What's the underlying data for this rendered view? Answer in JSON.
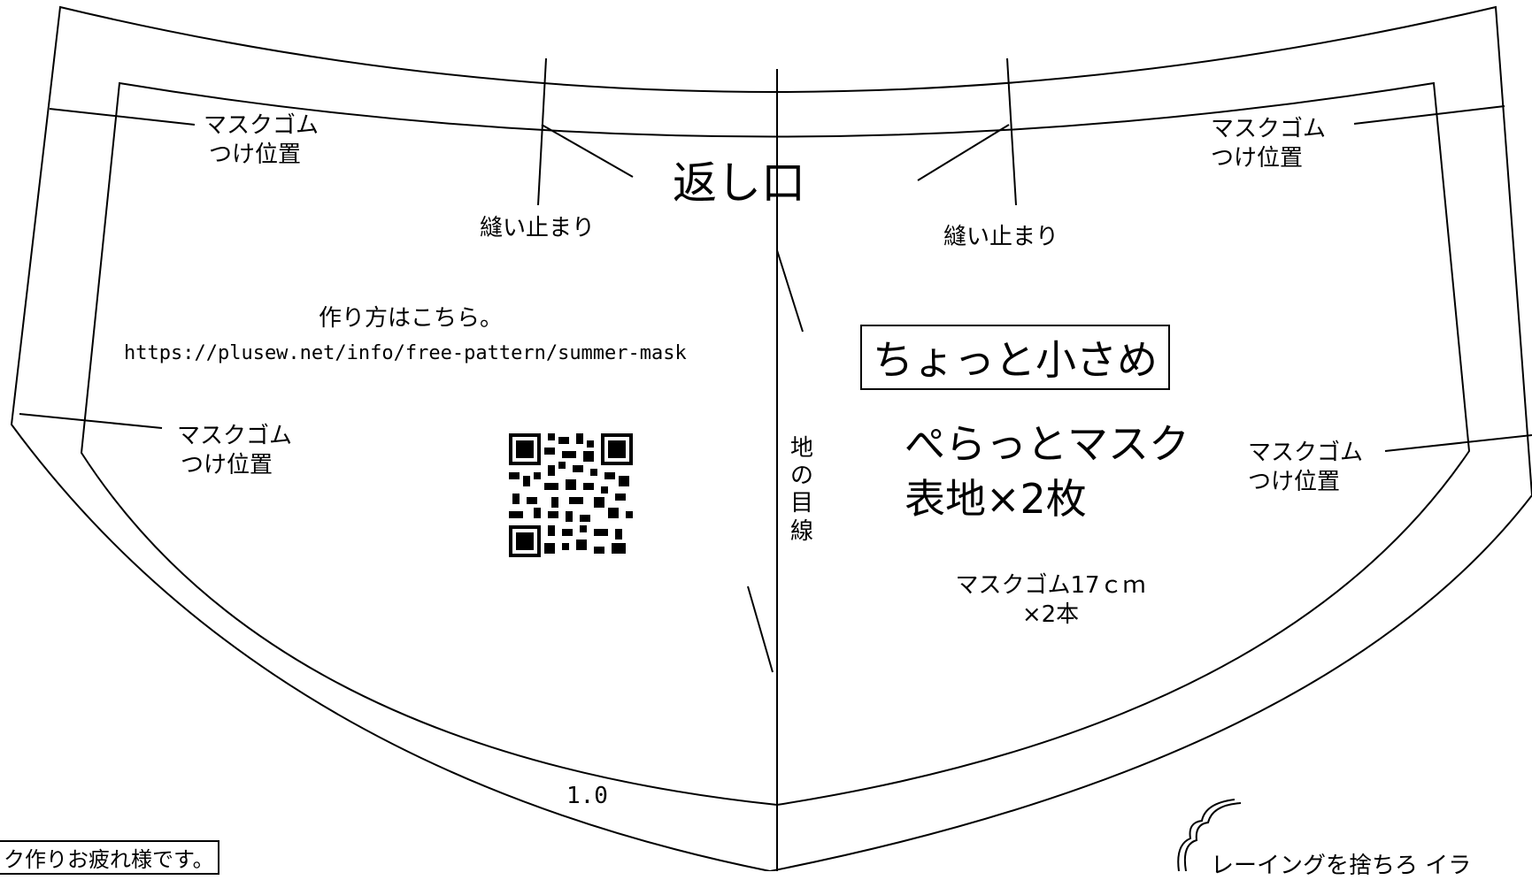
{
  "pattern": {
    "return_opening": "返し口",
    "stitch_stop_left": "縫い止まり",
    "stitch_stop_right": "縫い止まり",
    "elastic_marker": {
      "top_left": [
        "マスクゴム",
        "つけ位置"
      ],
      "top_right": [
        "マスクゴム",
        "つけ位置"
      ],
      "mid_left": [
        "マスクゴム",
        "つけ位置"
      ],
      "mid_right": [
        "マスクゴム",
        "つけ位置"
      ]
    },
    "howto_title": "作り方はこちら。",
    "howto_url": "https://plusew.net/info/free-pattern/summer-mask",
    "size_badge": "ちょっと小さめ",
    "grain_line": [
      "地",
      "の",
      "目",
      "線"
    ],
    "product_name": "ぺらっとマスク",
    "fabric_count": "表地×2枚",
    "elastic_length": [
      "マスクゴム17ｃｍ",
      "×2本"
    ],
    "scale_label": "1.0",
    "bottom_note": "ク作りお疲れ様です。",
    "bottom_right_fragment": "レーイングを捨ちろ  イラ",
    "qr_icon": "qr-code-icon"
  }
}
